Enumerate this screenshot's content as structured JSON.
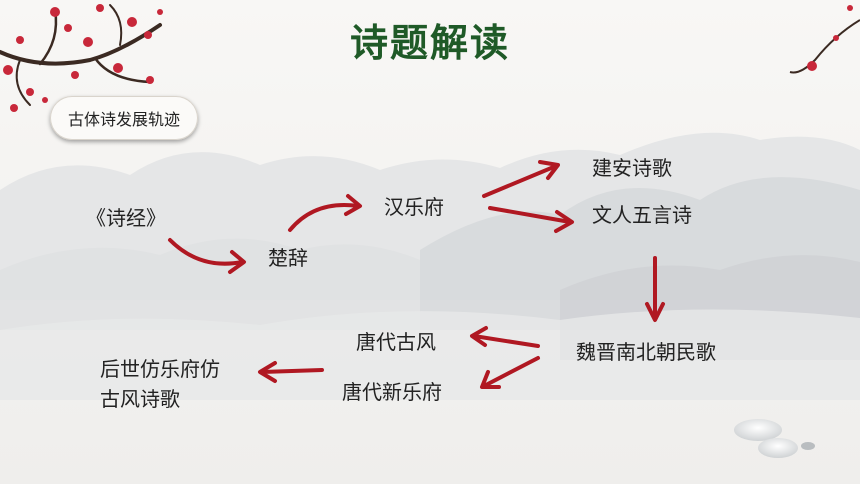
{
  "title": "诗题解读",
  "badge": "古体诗发展轨迹",
  "nodes": {
    "shijing": "《诗经》",
    "chuci": "楚辞",
    "hanyuefu": "汉乐府",
    "jianan": "建安诗歌",
    "wuyan": "文人五言诗",
    "weijin": "魏晋南北朝民歌",
    "tanggufeng": "唐代古风",
    "tangxinyuefu": "唐代新乐府",
    "houshi_line1": "后世仿乐府仿",
    "houshi_line2": "古风诗歌"
  },
  "colors": {
    "title": "#1f5a27",
    "arrow": "#b01822",
    "blossom": "#c8283a"
  }
}
